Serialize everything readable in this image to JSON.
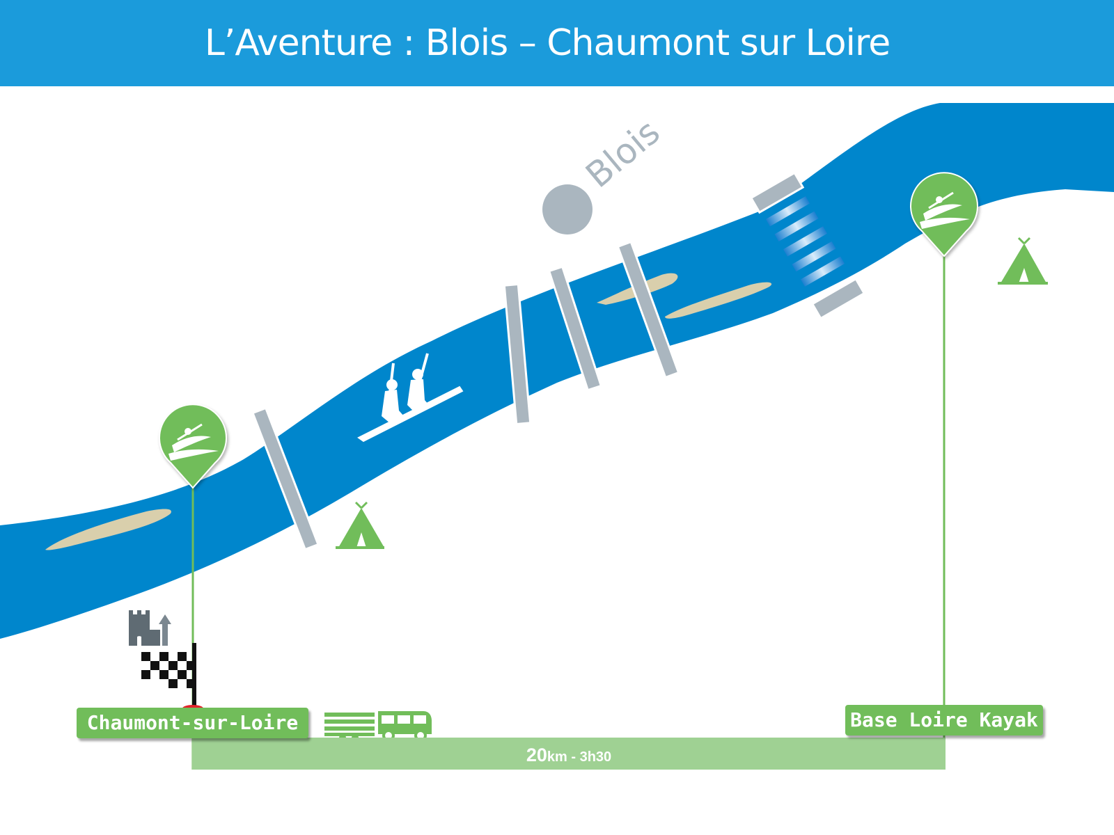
{
  "header": {
    "title": "L’Aventure : Blois – Chaumont sur Loire"
  },
  "map": {
    "town_label": "Blois",
    "start": {
      "label": "Base Loire Kayak"
    },
    "finish": {
      "label": "Chaumont-sur-Loire"
    },
    "distance": {
      "value": "20",
      "detail": "km - 3h30"
    },
    "icons": [
      "kayak-pin-icon",
      "camping-tent-icon",
      "bridge-icon",
      "weir-icon",
      "canoe-paddlers-icon",
      "castle-icon",
      "checkered-flag-icon",
      "bus-trailer-icon",
      "town-marker-icon"
    ]
  },
  "colors": {
    "header": "#1b9bdb",
    "river": "#0086cc",
    "green": "#71bd5a",
    "bridge": "#aab6bf",
    "sandbank": "#d9cfac"
  }
}
